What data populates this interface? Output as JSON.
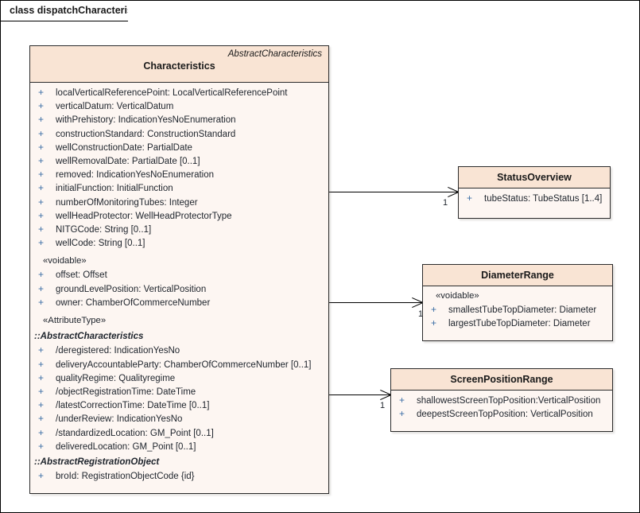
{
  "diagram": {
    "tab_label": "class dispatchCharacteristics"
  },
  "main_class": {
    "stereotype_right": "AbstractCharacteristics",
    "name": "Characteristics",
    "sections": [
      {
        "kind": "attributes",
        "rows": [
          {
            "vis": "+",
            "text": "localVerticalReferencePoint: LocalVerticalReferencePoint"
          },
          {
            "vis": "+",
            "text": "verticalDatum: VerticalDatum"
          },
          {
            "vis": "+",
            "text": "withPrehistory: IndicationYesNoEnumeration"
          },
          {
            "vis": "+",
            "text": "constructionStandard: ConstructionStandard"
          },
          {
            "vis": "+",
            "text": "wellConstructionDate: PartialDate"
          },
          {
            "vis": "+",
            "text": "wellRemovalDate: PartialDate [0..1]"
          },
          {
            "vis": "+",
            "text": "removed: IndicationYesNoEnumeration"
          },
          {
            "vis": "+",
            "text": "initialFunction: InitialFunction"
          },
          {
            "vis": "+",
            "text": "numberOfMonitoringTubes: Integer"
          },
          {
            "vis": "+",
            "text": "wellHeadProtector: WellHeadProtectorType"
          },
          {
            "vis": "+",
            "text": "NITGCode: String [0..1]"
          },
          {
            "vis": "+",
            "text": "wellCode: String [0..1]"
          }
        ]
      },
      {
        "kind": "group",
        "label": "«voidable»",
        "rows": [
          {
            "vis": "+",
            "text": "offset: Offset"
          },
          {
            "vis": "+",
            "text": "groundLevelPosition: VerticalPosition"
          },
          {
            "vis": "+",
            "text": "owner: ChamberOfCommerceNumber"
          }
        ]
      },
      {
        "kind": "group",
        "label": "«AttributeType»",
        "rows": []
      },
      {
        "kind": "inherited",
        "label": "::AbstractCharacteristics",
        "rows": [
          {
            "vis": "+",
            "text": "/deregistered: IndicationYesNo"
          },
          {
            "vis": "+",
            "text": "deliveryAccountableParty: ChamberOfCommerceNumber [0..1]"
          },
          {
            "vis": "+",
            "text": "qualityRegime: Qualityregime"
          },
          {
            "vis": "+",
            "text": "/objectRegistrationTime: DateTime"
          },
          {
            "vis": "+",
            "text": "/latestCorrectionTime: DateTime [0..1]"
          },
          {
            "vis": "+",
            "text": "/underReview: IndicationYesNo"
          },
          {
            "vis": "+",
            "text": "/standardizedLocation: GM_Point [0..1]"
          },
          {
            "vis": "+",
            "text": "deliveredLocation: GM_Point [0..1]"
          }
        ]
      },
      {
        "kind": "inherited",
        "label": "::AbstractRegistrationObject",
        "rows": [
          {
            "vis": "+",
            "text": "broId: RegistrationObjectCode {id}"
          }
        ]
      }
    ]
  },
  "related_classes": [
    {
      "id": "status-overview",
      "name": "StatusOverview",
      "group_label": null,
      "rows": [
        {
          "vis": "+",
          "text": "tubeStatus: TubeStatus [1..4]"
        }
      ]
    },
    {
      "id": "diameter-range",
      "name": "DiameterRange",
      "group_label": "«voidable»",
      "rows": [
        {
          "vis": "+",
          "text": "smallestTubeTopDiameter: Diameter"
        },
        {
          "vis": "+",
          "text": "largestTubeTopDiameter: Diameter"
        }
      ]
    },
    {
      "id": "screen-position-range",
      "name": "ScreenPositionRange",
      "group_label": null,
      "rows": [
        {
          "vis": "+",
          "text": "shallowestScreenTopPosition:VerticalPosition"
        },
        {
          "vis": "+",
          "text": "deepestScreenTopPosition: VerticalPosition"
        }
      ]
    }
  ],
  "connectors": [
    {
      "id": "connector-status-overview",
      "target_multiplicity": "1"
    },
    {
      "id": "connector-diameter-range",
      "target_multiplicity": "1"
    },
    {
      "id": "connector-screen-position-range",
      "target_multiplicity": "1"
    }
  ],
  "colors": {
    "header_fill": "#f9e4d4",
    "body_fill": "#fdf6f2",
    "border": "#2b2b2b",
    "visibility_marker": "#3b6ea5",
    "text": "#20262e"
  }
}
